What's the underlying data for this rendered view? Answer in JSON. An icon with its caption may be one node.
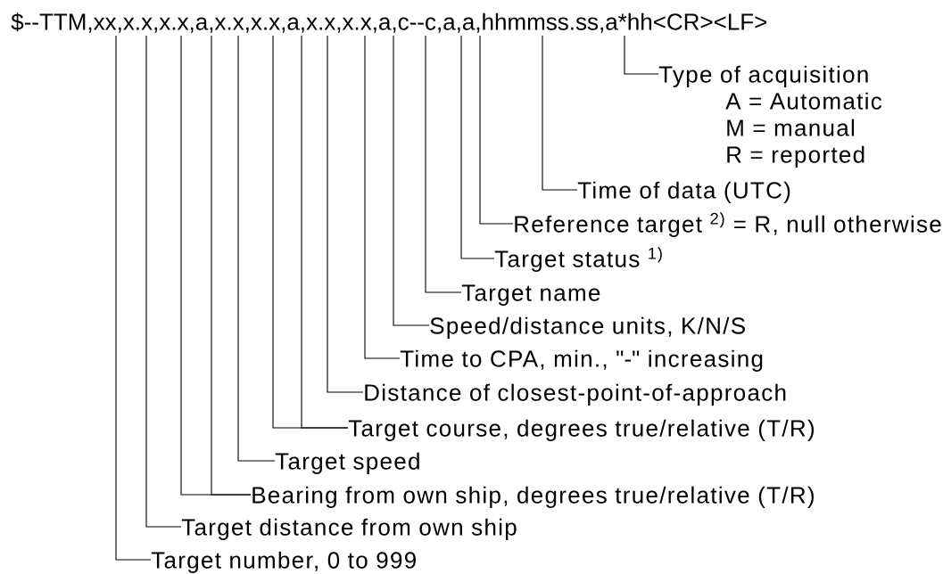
{
  "diagram": {
    "nodes": [
      {
        "text": [
          "$--TTM,xx,x.x,x.x,a,x.x,x.x,a,x.x,x.x,a,c--c,a,a,hhmmss.ss,a*hh<CR><LF>"
        ]
      },
      {
        "text": [
          "Type of acquisition",
          "A = Automatic",
          "M = manual",
          "R = reported"
        ]
      },
      {
        "text": [
          "Time of data (UTC)"
        ]
      },
      {
        "text": [
          "Reference target $^{2)}$ = R, null otherwise"
        ]
      },
      {
        "text": [
          "Target status $^{1)}$"
        ]
      },
      {
        "text": [
          "Target name"
        ]
      },
      {
        "text": [
          "Speed/distance units, K/N/S"
        ]
      },
      {
        "text": [
          "Time to CPA, min., \"-\" increasing"
        ]
      },
      {
        "text": [
          "Distance of closest-point-of-approach"
        ]
      },
      {
        "text": [
          "Target course, degrees true/relative (T/R)"
        ]
      },
      {
        "text": [
          "Target speed"
        ]
      },
      {
        "text": [
          "Bearing from own ship, degrees true/relative (T/R)"
        ]
      },
      {
        "text": [
          "Target distance from own ship"
        ]
      },
      {
        "text": [
          "Target number, 0 to 999"
        ]
      }
    ],
    "edges": [
      {
        "from": 1,
        "to": 0,
        "arrow": "none"
      },
      {
        "from": 2,
        "to": 0,
        "arrow": "none"
      },
      {
        "from": 3,
        "to": 0,
        "arrow": "none"
      },
      {
        "from": 4,
        "to": 0,
        "arrow": "none"
      },
      {
        "from": 5,
        "to": 0,
        "arrow": "none"
      },
      {
        "from": 6,
        "to": 0,
        "arrow": "none"
      },
      {
        "from": 7,
        "to": 0,
        "arrow": "none"
      },
      {
        "from": 8,
        "to": 0,
        "arrow": "none"
      },
      {
        "from": 9,
        "to": 0,
        "arrow": "none"
      },
      {
        "from": 9,
        "to": 0,
        "arrow": "none"
      },
      {
        "from": 10,
        "to": 0,
        "arrow": "none"
      },
      {
        "from": 11,
        "to": 0,
        "arrow": "none"
      },
      {
        "from": 11,
        "to": 0,
        "arrow": "none"
      },
      {
        "from": 12,
        "to": 0,
        "arrow": "none"
      },
      {
        "from": 13,
        "to": 0,
        "arrow": "none"
      }
    ]
  }
}
